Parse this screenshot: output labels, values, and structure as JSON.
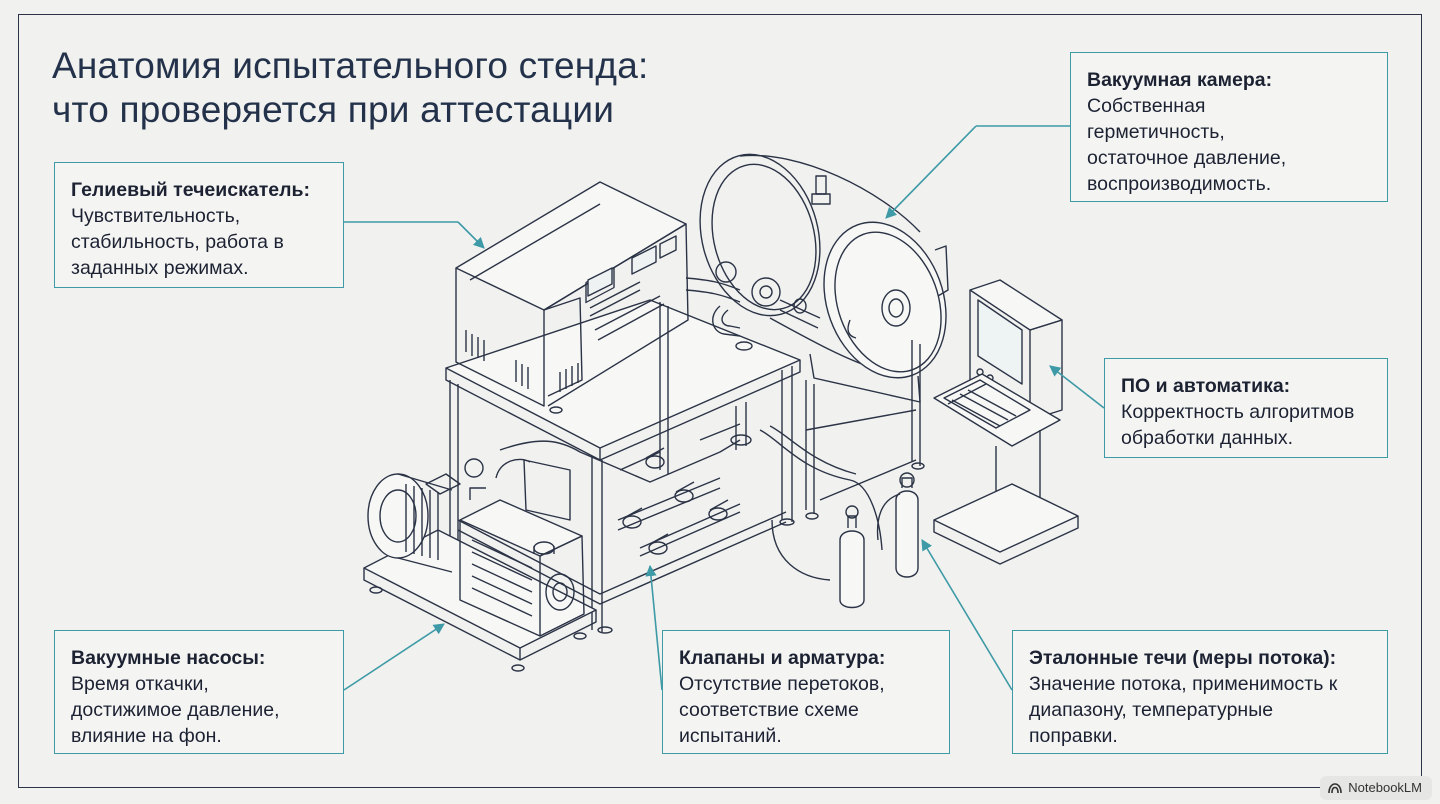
{
  "title": {
    "line1": "Анатомия испытательного стенда:",
    "line2": "что проверяется при аттестации"
  },
  "callouts": [
    {
      "id": "leak-detector",
      "title": "Гелиевый течеискатель:",
      "body": "Чувствительность,\nстабильность, работа в\nзаданных режимах."
    },
    {
      "id": "vacuum-chamber",
      "title": "Вакуумная камера:",
      "body": "Собственная\nгерметичность,\nостаточное давление,\nвоспроизводимость."
    },
    {
      "id": "software",
      "title": "ПО и автоматика:",
      "body": "Корректность алгоритмов\nобработки данных."
    },
    {
      "id": "vacuum-pumps",
      "title": "Вакуумные насосы:",
      "body": "Время откачки,\nдостижимое давление,\nвлияние на фон."
    },
    {
      "id": "valves",
      "title": "Клапаны и арматура:",
      "body": "Отсутствие перетоков,\nсоответствие схеме\nиспытаний."
    },
    {
      "id": "reference-leaks",
      "title": "Эталонные течи (меры потока):",
      "body": "Значение потока, применимость к\nдиапазону, температурные\nпоправки."
    }
  ],
  "badge": {
    "label": "NotebookLM",
    "icon": "notebooklm-icon"
  },
  "colors": {
    "accent": "#3d9aa6",
    "ink": "#2b3346",
    "background": "#f1f1ef"
  }
}
